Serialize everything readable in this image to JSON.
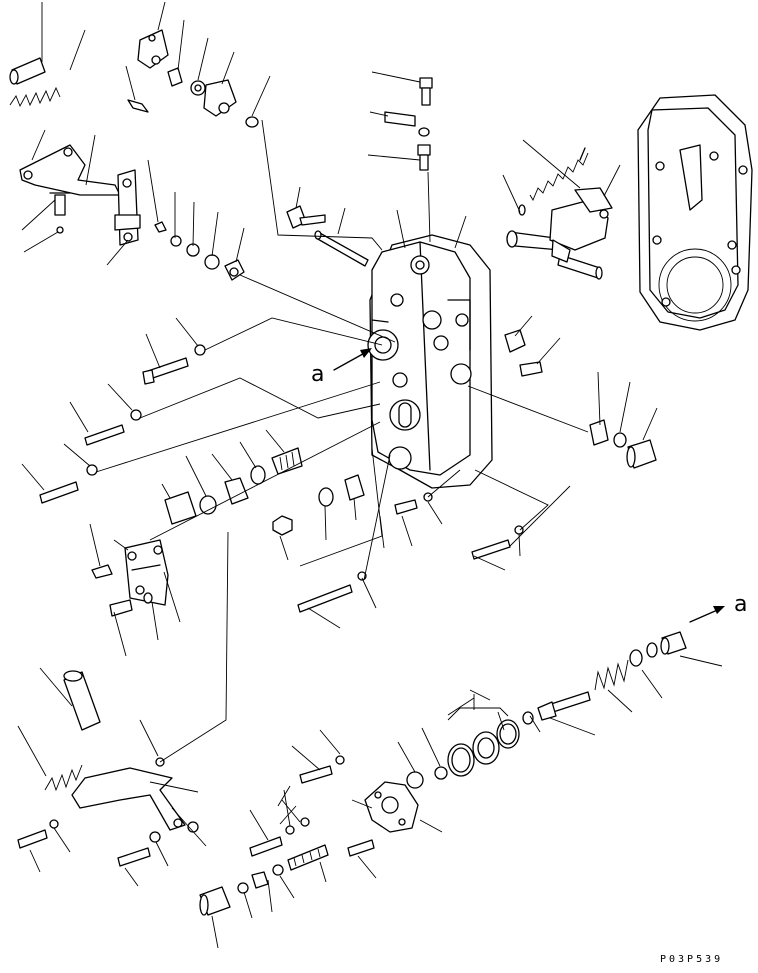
{
  "labels": {
    "view_marker_left": "a",
    "view_marker_right": "a"
  },
  "drawing_code": "P03P539"
}
